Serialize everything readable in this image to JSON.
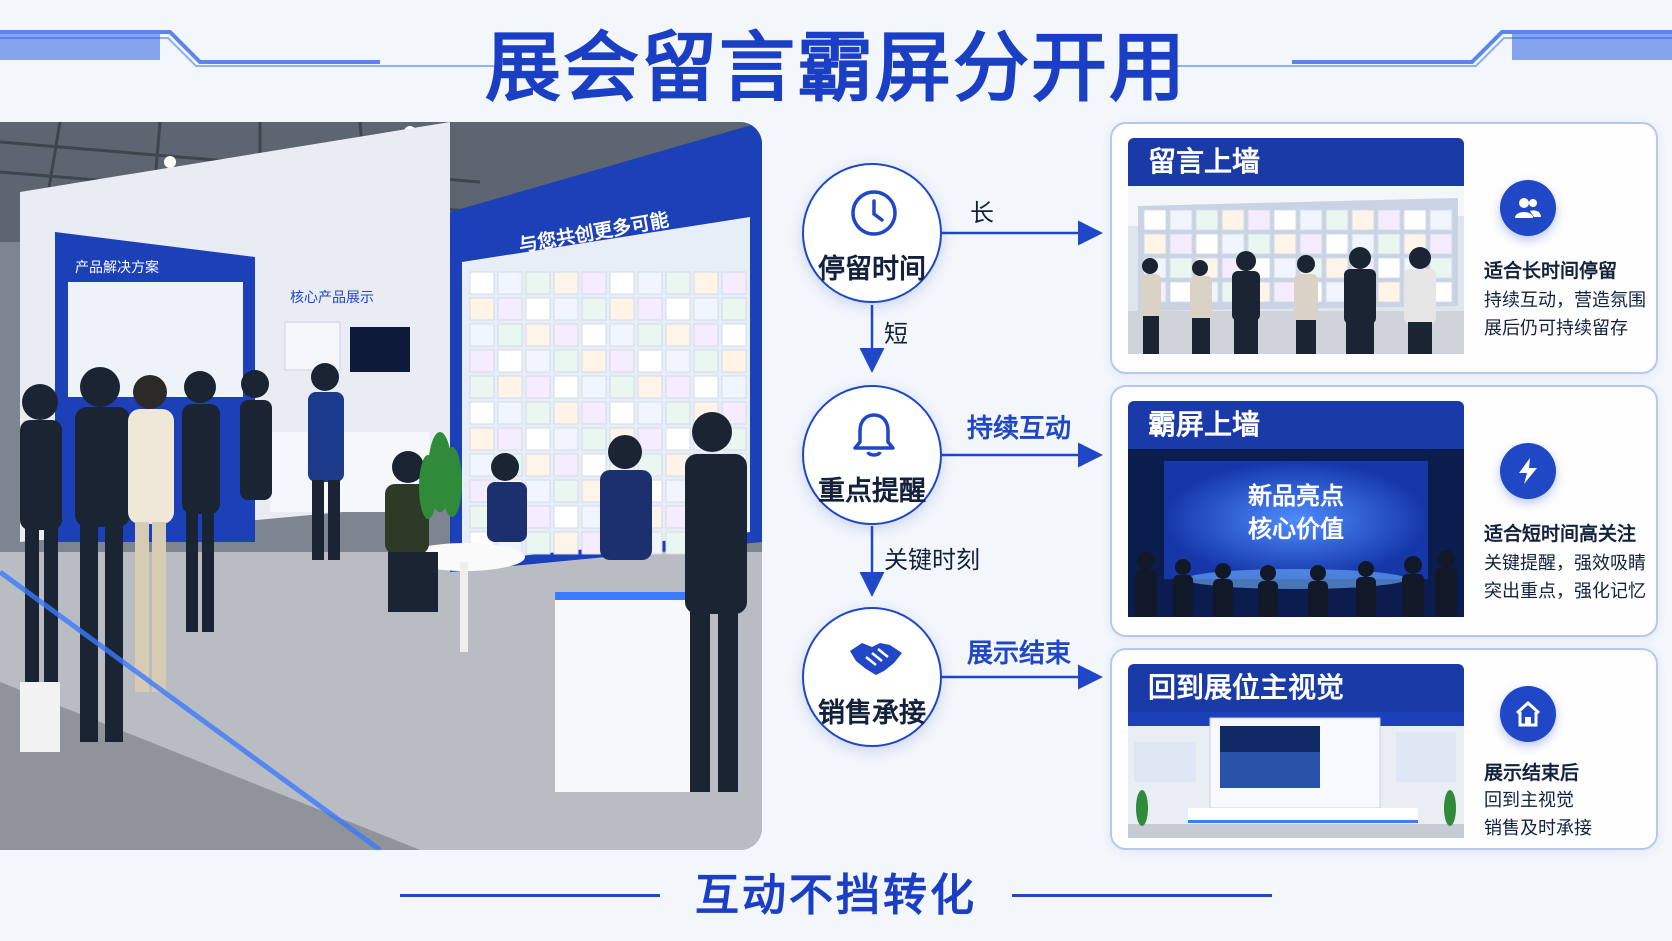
{
  "title": "展会留言霸屏分开用",
  "photo": {
    "banner_text": "与您共创更多可能",
    "left_wall_text": "产品解决方案",
    "center_text": "核心产品展示"
  },
  "flow": {
    "nodes": [
      {
        "label": "停留时间",
        "icon": "clock-icon"
      },
      {
        "label": "重点提醒",
        "icon": "bell-icon"
      },
      {
        "label": "销售承接",
        "icon": "handshake-icon"
      }
    ],
    "edge_labels": {
      "long": "长",
      "short": "短",
      "key_moment": "关键时刻",
      "continuous": "持续互动",
      "end": "展示结束"
    }
  },
  "cards": [
    {
      "header": "留言上墙",
      "icon": "users-icon",
      "title": "适合长时间停留",
      "lines": [
        "持续互动，营造氛围",
        "展后仍可持续留存"
      ]
    },
    {
      "header": "霸屏上墙",
      "icon": "lightning-icon",
      "title": "适合短时间高关注",
      "lines": [
        "关键提醒，强效吸睛",
        "突出重点，强化记忆"
      ],
      "screen_lines": [
        "新品亮点",
        "核心价值"
      ]
    },
    {
      "header": "回到展位主视觉",
      "icon": "home-icon",
      "title": "展示结束后",
      "lines": [
        "回到主视觉",
        "销售及时承接"
      ]
    }
  ],
  "footer": "互动不挡转化",
  "colors": {
    "accent": "#1f47c6",
    "title": "#1a3ec4",
    "header": "#1a3aa8"
  }
}
